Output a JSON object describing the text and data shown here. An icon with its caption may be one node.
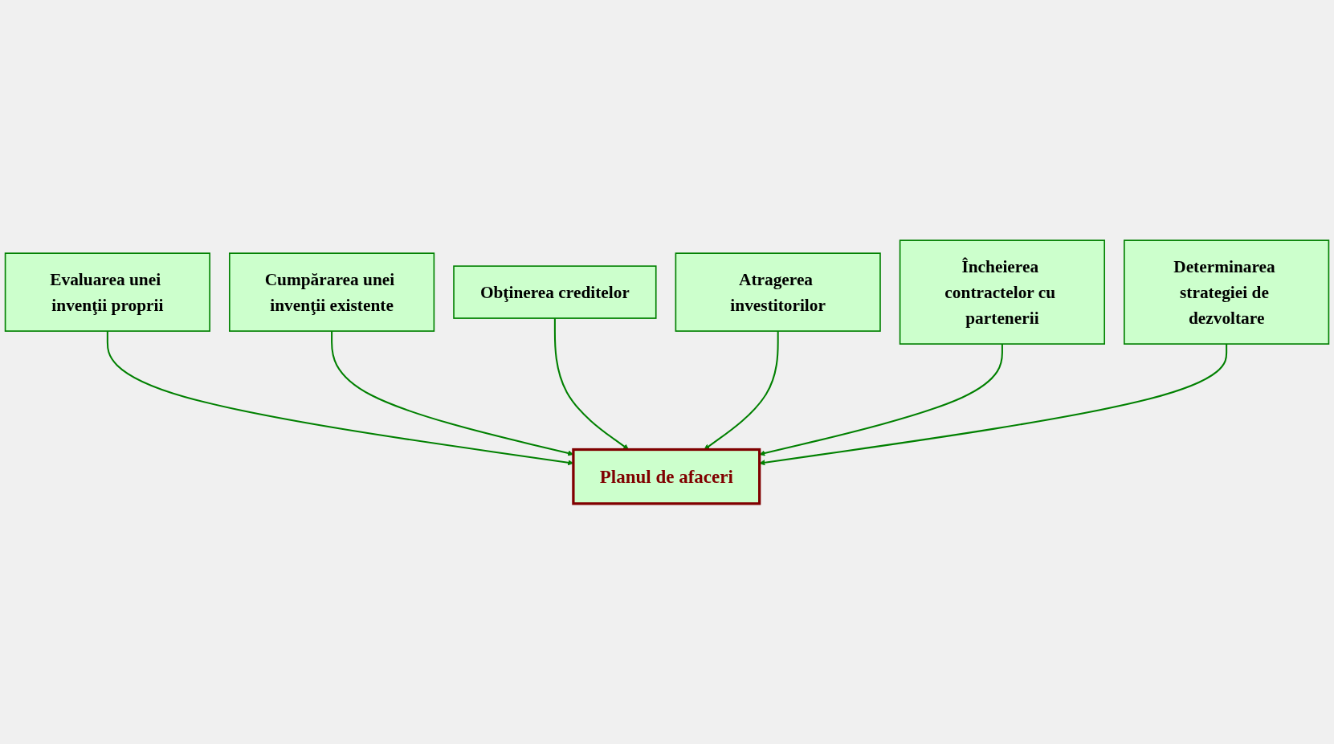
{
  "diagram": {
    "nodes": [
      {
        "text": [
          "Evaluarea unei invenţii proprii"
        ]
      },
      {
        "text": [
          "Cumpărarea unei invenţii existente"
        ]
      },
      {
        "text": [
          "Obţinerea creditelor"
        ]
      },
      {
        "text": [
          "Planul de afaceri"
        ]
      },
      {
        "text": [
          "Atragerea investitorilor"
        ]
      },
      {
        "text": [
          "Încheierea contractelor cu partenerii"
        ]
      },
      {
        "text": [
          "Determinarea strategiei de dezvoltare"
        ]
      }
    ],
    "edges": [
      {
        "from": 0,
        "to": 3,
        "arrow": "to"
      },
      {
        "from": 1,
        "to": 3,
        "arrow": "to"
      },
      {
        "from": 2,
        "to": 3,
        "arrow": "to"
      },
      {
        "from": 4,
        "to": 3,
        "arrow": "to"
      },
      {
        "from": 5,
        "to": 3,
        "arrow": "to"
      },
      {
        "from": 6,
        "to": 3,
        "arrow": "to"
      }
    ]
  }
}
